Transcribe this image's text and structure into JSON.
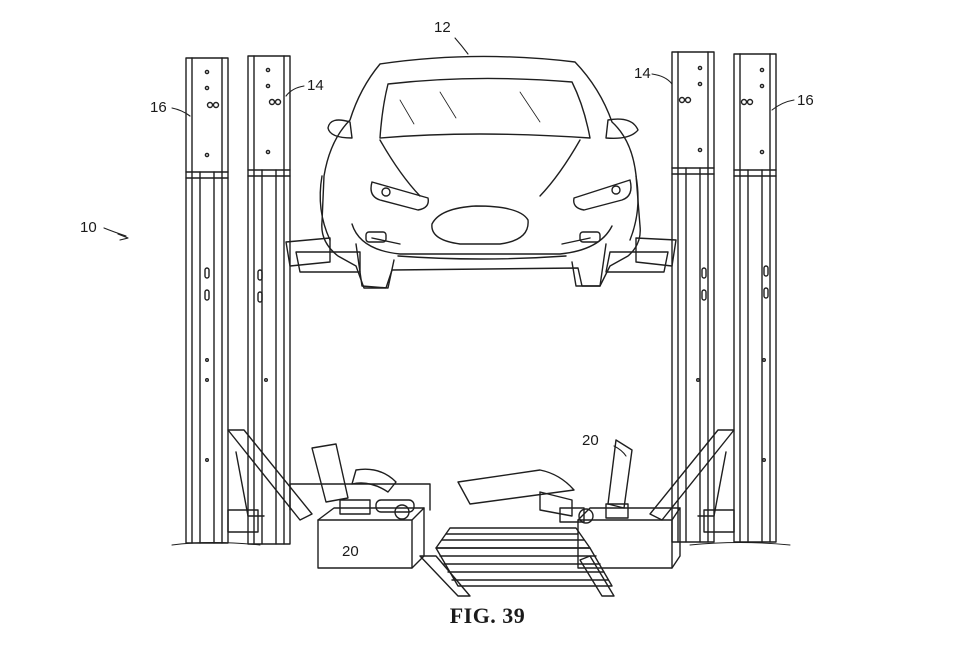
{
  "figure": {
    "caption": "FIG. 39",
    "reference_labels": {
      "system": "10",
      "vehicle": "12",
      "inner_post_left": "14",
      "inner_post_right": "14",
      "outer_post_left": "16",
      "outer_post_right": "16",
      "tool_unit_left": "20",
      "tool_unit_right": "20"
    }
  },
  "colors": {
    "line": "#1f1f1f",
    "paper": "#ffffff"
  }
}
